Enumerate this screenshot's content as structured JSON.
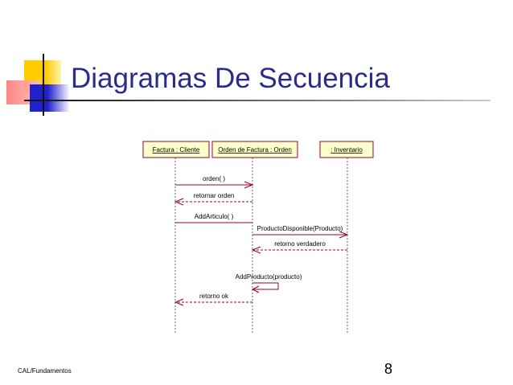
{
  "slide": {
    "title": "Diagramas De Secuencia",
    "footer": "CAL/Fundamentos",
    "page_number": "8"
  },
  "diagram": {
    "lifelines": [
      {
        "label": "Factura : Cliente"
      },
      {
        "label": "Orden de Factura : Orden"
      },
      {
        "label": ": Inventario"
      }
    ],
    "messages": [
      {
        "label": "orden( )",
        "from": 0,
        "to": 1,
        "type": "call"
      },
      {
        "label": "retornar orden",
        "from": 1,
        "to": 0,
        "type": "return"
      },
      {
        "label": "AddArticulo( )",
        "from": 0,
        "to": 1,
        "type": "call"
      },
      {
        "label": "ProductoDisponible(Producto)",
        "from": 1,
        "to": 2,
        "type": "call"
      },
      {
        "label": "retorno verdadero",
        "from": 2,
        "to": 1,
        "type": "return"
      },
      {
        "label": "AddProducto(producto)",
        "from": 1,
        "to": 1,
        "type": "self"
      },
      {
        "label": "retorno ok",
        "from": 1,
        "to": 0,
        "type": "return"
      }
    ],
    "colors": {
      "box_fill": "#ffffcc",
      "box_border": "#990033",
      "line": "#990033",
      "title": "#2b2b8c"
    }
  }
}
